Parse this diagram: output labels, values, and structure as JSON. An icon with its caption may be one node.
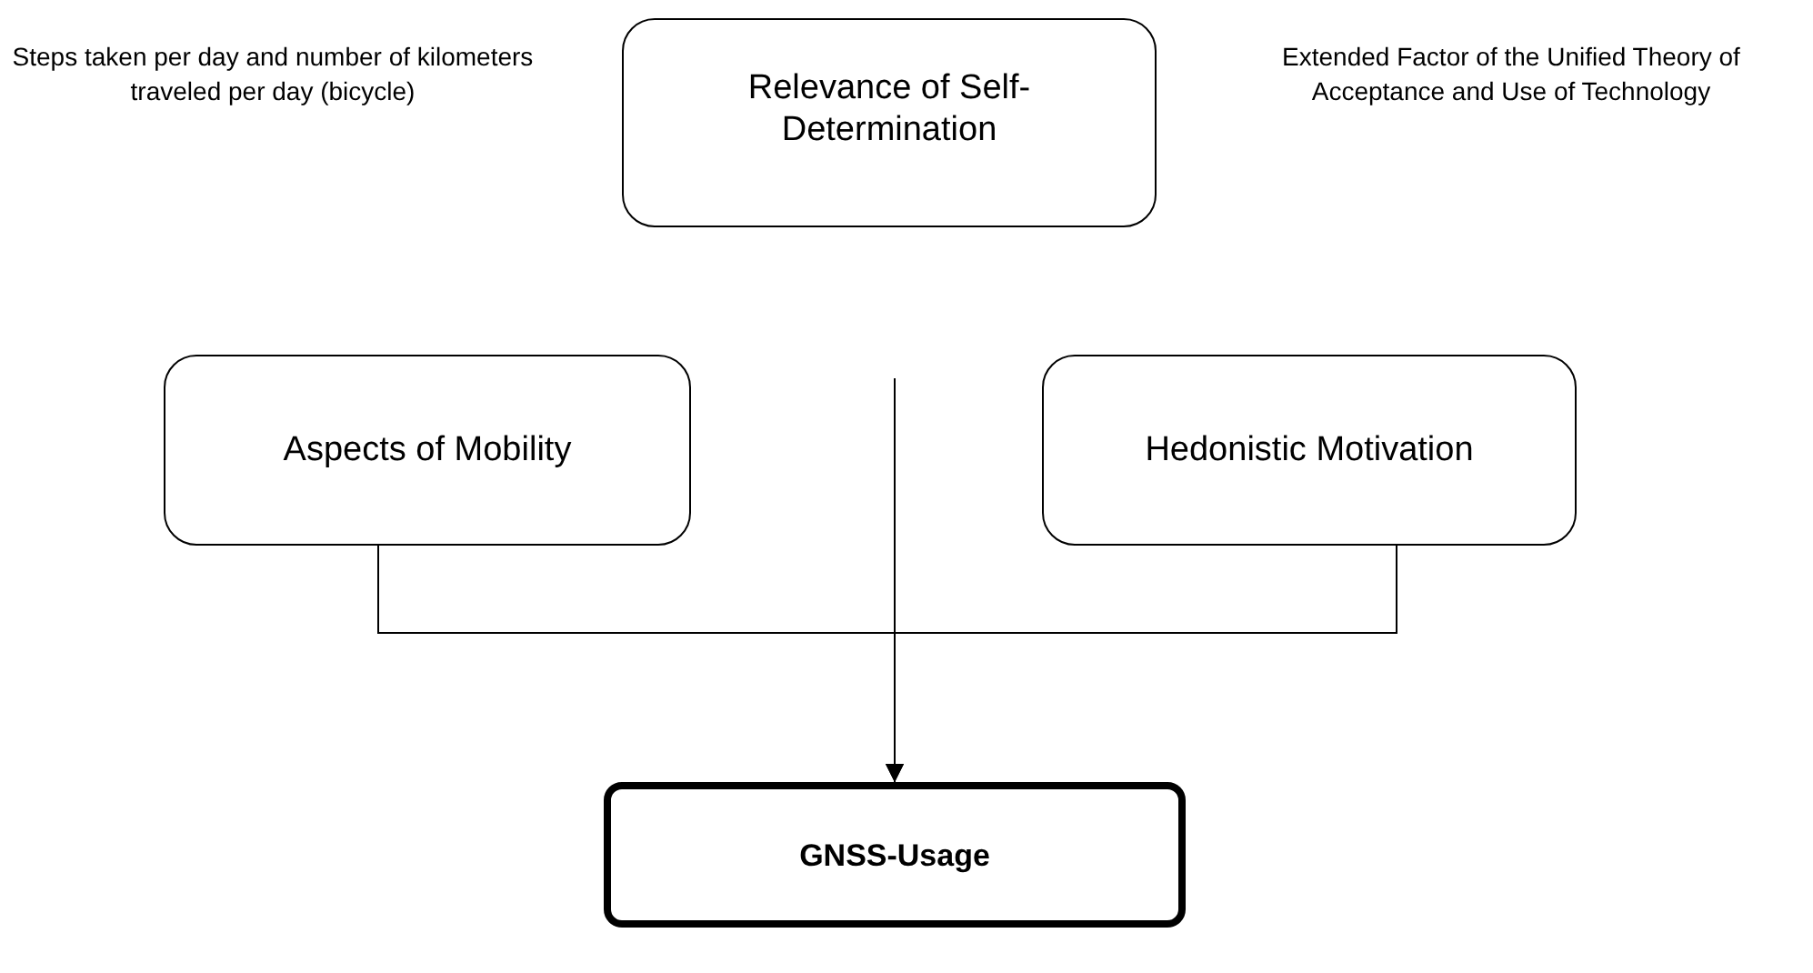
{
  "diagram": {
    "nodes": [
      {
        "text": [
          "Relevance of Self-Determination"
        ]
      },
      {
        "text": [
          "Aspects of Mobility"
        ]
      },
      {
        "text": [
          "Hedonistic Motivation"
        ]
      },
      {
        "text": [
          "GNSS-Usage"
        ]
      }
    ],
    "edges": [
      {
        "from": null,
        "to": 3,
        "arrow": "to"
      },
      {
        "from": 1,
        "to": 3,
        "arrow": "to"
      },
      {
        "from": 2,
        "to": 3,
        "arrow": "to"
      }
    ],
    "labels": [
      "Steps taken per day and number of kilometers traveled per day (bicycle)",
      "Extended Factor of the Unified Theory of Acceptance and Use of Technology"
    ]
  }
}
